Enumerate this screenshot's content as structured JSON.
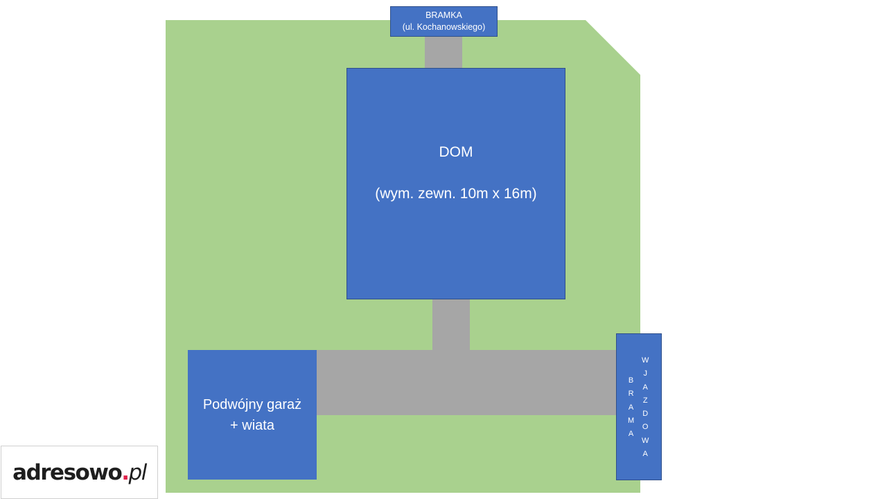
{
  "gate_top": {
    "line1": "BRAMKA",
    "line2": "(ul. Kochanowskiego)"
  },
  "house": {
    "title": "DOM",
    "dims": "(wym. zewn. 10m x 16m)"
  },
  "garage": {
    "line1": "Podwójny garaż",
    "line2": "+ wiata"
  },
  "entry_gate": {
    "word1": [
      "B",
      "R",
      "A",
      "M",
      "A"
    ],
    "word2": [
      "W",
      "J",
      "A",
      "Z",
      "D",
      "O",
      "W",
      "A"
    ]
  },
  "logo": {
    "brand": "adresowo",
    "dot": ".",
    "tld": "pl"
  },
  "colors": {
    "lawn": "#a9d18e",
    "path": "#a6a6a6",
    "building": "#4472c4",
    "logo_accent": "#e0204a"
  }
}
